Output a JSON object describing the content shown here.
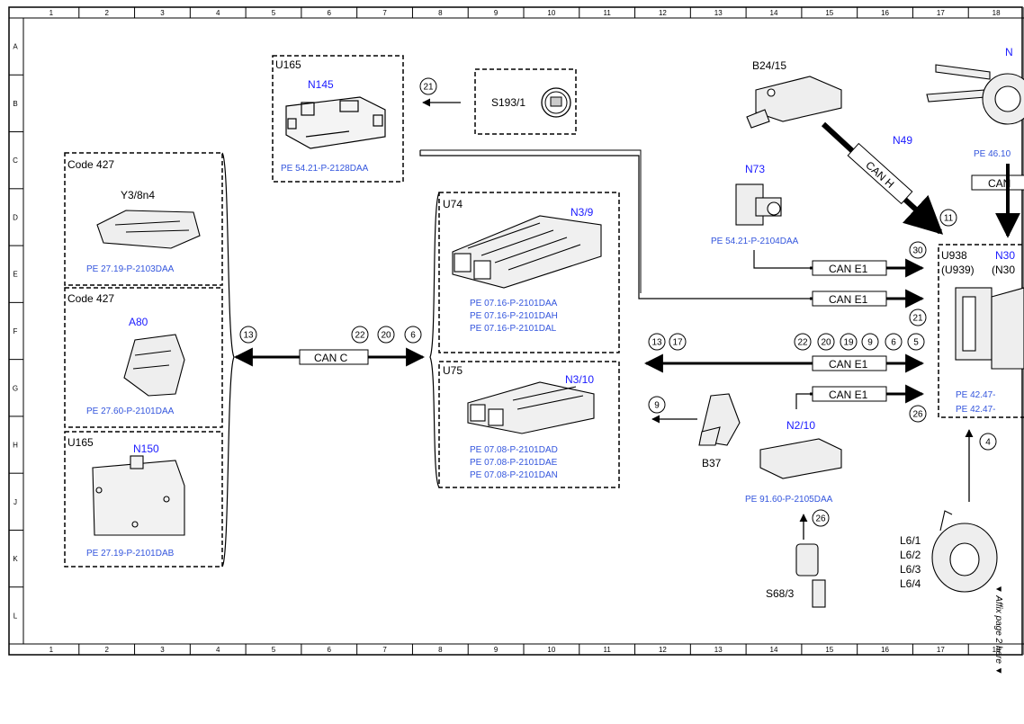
{
  "grid": {
    "columns": [
      "1",
      "2",
      "3",
      "4",
      "5",
      "6",
      "7",
      "8",
      "9",
      "10",
      "11",
      "12",
      "13",
      "14",
      "15",
      "16",
      "17",
      "18"
    ],
    "rows": [
      "A",
      "B",
      "C",
      "D",
      "E",
      "F",
      "G",
      "H",
      "J",
      "K",
      "L"
    ]
  },
  "side_note": "▼ Affix page 2 here ▼",
  "boxes": {
    "u165_top": {
      "title": "U165",
      "component": "N145",
      "ref": "PE 54.21-P-2128DAA"
    },
    "code427_a": {
      "title": "Code 427",
      "component": "Y3/8n4",
      "ref": "PE 27.19-P-2103DAA"
    },
    "code427_b": {
      "title": "Code 427",
      "component": "A80",
      "ref": "PE 27.60-P-2101DAA"
    },
    "u165_left": {
      "title": "U165",
      "component": "N150",
      "ref": "PE 27.19-P-2101DAB"
    },
    "u74": {
      "title": "U74",
      "component": "N3/9",
      "refs": [
        "PE 07.16-P-2101DAA",
        "PE 07.16-P-2101DAH",
        "PE 07.16-P-2101DAL"
      ]
    },
    "u75": {
      "title": "U75",
      "component": "N3/10",
      "refs": [
        "PE 07.08-P-2101DAD",
        "PE 07.08-P-2101DAE",
        "PE 07.08-P-2101DAN"
      ]
    },
    "s193": {
      "component": "S193/1"
    },
    "u938": {
      "title": "U938",
      "title2": "(U939)",
      "component": "N30",
      "component2": "(N30",
      "refs": [
        "PE 42.47-",
        "PE 42.47-"
      ]
    }
  },
  "components": {
    "b2415": "B24/15",
    "n49": "N49",
    "n49_top": "N",
    "n49_ref": "PE 46.10",
    "n73": "N73",
    "n73_ref": "PE 54.21-P-2104DAA",
    "b37": "B37",
    "n210": "N2/10",
    "n210_ref": "PE 91.60-P-2105DAA",
    "s683": "S68/3",
    "l6": [
      "L6/1",
      "L6/2",
      "L6/3",
      "L6/4"
    ]
  },
  "bus_labels": {
    "can_c": "CAN C",
    "can_h": "CAN H",
    "can_e1_a": "CAN E1",
    "can_e1_b": "CAN E1",
    "can_e1_c": "CAN E1",
    "can_e1_d": "CAN E1",
    "can_partial": "CAN"
  },
  "circles": {
    "c21a": "21",
    "c13a": "13",
    "c22a": "22",
    "c20a": "20",
    "c6a": "6",
    "c13b": "13",
    "c17": "17",
    "c22b": "22",
    "c20b": "20",
    "c19": "19",
    "c9a": "9",
    "c6b": "6",
    "c5": "5",
    "c9b": "9",
    "c11": "11",
    "c30": "30",
    "c21b": "21",
    "c26a": "26",
    "c26b": "26",
    "c4": "4"
  }
}
